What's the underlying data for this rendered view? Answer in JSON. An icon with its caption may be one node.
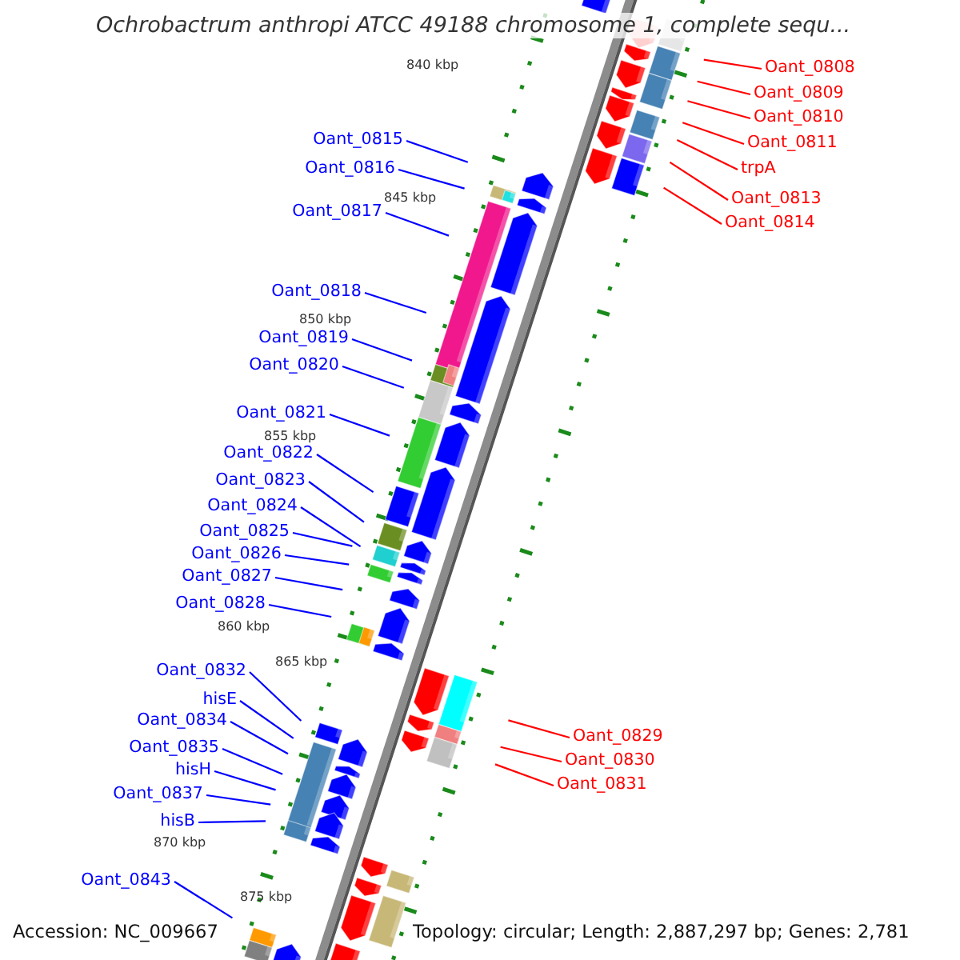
{
  "diagram": {
    "title": "Ochrobactrum anthropi ATCC 49188 chromosome 1, complete sequ...",
    "nodes": [
      {
        "text": [
          "Oant_0808"
        ]
      },
      {
        "text": [
          "Oant_0809"
        ]
      },
      {
        "text": [
          "Oant_0810"
        ]
      },
      {
        "text": [
          "Oant_0811"
        ]
      },
      {
        "text": [
          "trpA"
        ]
      },
      {
        "text": [
          "Oant_0813"
        ]
      },
      {
        "text": [
          "Oant_0814"
        ]
      },
      {
        "text": [
          "Oant_0815"
        ]
      },
      {
        "text": [
          "Oant_0816"
        ]
      },
      {
        "text": [
          "Oant_0817"
        ]
      },
      {
        "text": [
          "Oant_0818"
        ]
      },
      {
        "text": [
          "Oant_0819"
        ]
      },
      {
        "text": [
          "Oant_0820"
        ]
      },
      {
        "text": [
          "Oant_0821"
        ]
      },
      {
        "text": [
          "Oant_0822"
        ]
      },
      {
        "text": [
          "Oant_0823"
        ]
      },
      {
        "text": [
          "Oant_0824"
        ]
      },
      {
        "text": [
          "Oant_0825"
        ]
      },
      {
        "text": [
          "Oant_0826"
        ]
      },
      {
        "text": [
          "Oant_0827"
        ]
      },
      {
        "text": [
          "Oant_0828"
        ]
      },
      {
        "text": [
          "Oant_0829"
        ]
      },
      {
        "text": [
          "Oant_0830"
        ]
      },
      {
        "text": [
          "Oant_0831"
        ]
      },
      {
        "text": [
          "Oant_0832"
        ]
      },
      {
        "text": [
          "hisE"
        ]
      },
      {
        "text": [
          "Oant_0834"
        ]
      },
      {
        "text": [
          "Oant_0835"
        ]
      },
      {
        "text": [
          "hisH"
        ]
      },
      {
        "text": [
          "Oant_0837"
        ]
      },
      {
        "text": [
          "hisB"
        ]
      },
      {
        "text": [
          "Oant_0843"
        ]
      }
    ],
    "edges": [
      {
        "from": 0,
        "to": null,
        "arrow": "none",
        "color": "#ff0000"
      },
      {
        "from": 1,
        "to": null,
        "arrow": "none",
        "color": "#ff0000"
      },
      {
        "from": 2,
        "to": null,
        "arrow": "none",
        "color": "#ff0000"
      },
      {
        "from": 3,
        "to": null,
        "arrow": "none",
        "color": "#ff0000"
      },
      {
        "from": 4,
        "to": null,
        "arrow": "none",
        "color": "#ff0000"
      },
      {
        "from": 5,
        "to": null,
        "arrow": "none",
        "color": "#ff0000"
      },
      {
        "from": 6,
        "to": null,
        "arrow": "none",
        "color": "#ff0000"
      },
      {
        "from": 7,
        "to": null,
        "arrow": "none"
      },
      {
        "from": 8,
        "to": null,
        "arrow": "none"
      },
      {
        "from": 9,
        "to": null,
        "arrow": "none"
      },
      {
        "from": 10,
        "to": null,
        "arrow": "none"
      },
      {
        "from": 11,
        "to": null,
        "arrow": "none"
      },
      {
        "from": 12,
        "to": null,
        "arrow": "none"
      },
      {
        "from": 13,
        "to": null,
        "arrow": "none"
      },
      {
        "from": 14,
        "to": null,
        "arrow": "none"
      },
      {
        "from": 15,
        "to": null,
        "arrow": "none"
      },
      {
        "from": 16,
        "to": null,
        "arrow": "none"
      },
      {
        "from": 17,
        "to": null,
        "arrow": "none"
      },
      {
        "from": 18,
        "to": null,
        "arrow": "none"
      },
      {
        "from": 19,
        "to": null,
        "arrow": "none"
      },
      {
        "from": 20,
        "to": null,
        "arrow": "none"
      },
      {
        "from": 21,
        "to": null,
        "arrow": "none",
        "color": "#ff0000"
      },
      {
        "from": 22,
        "to": null,
        "arrow": "none",
        "color": "#ff0000"
      },
      {
        "from": 23,
        "to": null,
        "arrow": "none",
        "color": "#ff0000"
      },
      {
        "from": 24,
        "to": null,
        "arrow": "none"
      },
      {
        "from": 25,
        "to": null,
        "arrow": "none"
      },
      {
        "from": 26,
        "to": null,
        "arrow": "none"
      },
      {
        "from": 27,
        "to": null,
        "arrow": "none"
      },
      {
        "from": 28,
        "to": null,
        "arrow": "none"
      },
      {
        "from": 29,
        "to": null,
        "arrow": "none"
      },
      {
        "from": 30,
        "to": null,
        "arrow": "none"
      },
      {
        "from": 31,
        "to": null,
        "arrow": "none"
      }
    ],
    "labels": [
      "840 kbp",
      "845 kbp",
      "850 kbp",
      "855 kbp",
      "860 kbp",
      "865 kbp",
      "870 kbp",
      "875 kbp",
      "Accession: NC_009667",
      "Topology: circular; Length: 2,887,297 bp; Genes: 2,781"
    ]
  }
}
